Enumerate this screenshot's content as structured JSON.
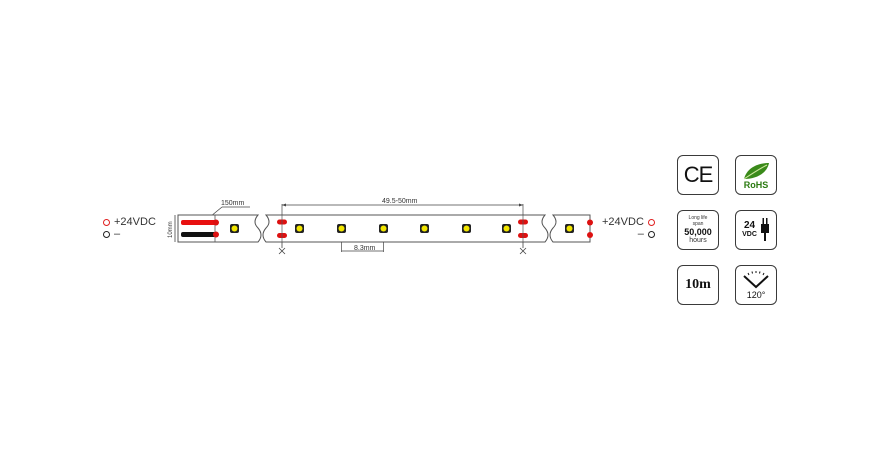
{
  "diagram": {
    "left_terminal": {
      "positive_label": "+24VDC",
      "negative_label": "–",
      "positive_color": "#e02020",
      "negative_color": "#222222"
    },
    "right_terminal": {
      "positive_label": "+24VDC",
      "negative_label": "–"
    },
    "dimensions": {
      "wire_length": "150mm",
      "strip_width": "10mm",
      "cut_segment": "49.5-50mm",
      "led_pitch": "8.3mm"
    },
    "colors": {
      "wire_red": "#e81010",
      "wire_black": "#111111",
      "pad_red": "#dd1111",
      "led_yellow": "#f2e600",
      "strip_outline": "#555555"
    },
    "cut_mark_icon": "scissors-icon"
  },
  "badges": {
    "ce": {
      "label": "CE",
      "icon": "ce-mark-icon"
    },
    "rohs": {
      "label": "RoHS",
      "icon": "leaf-icon"
    },
    "lifespan": {
      "line1": "Long life",
      "line2": "span",
      "value": "50,000",
      "unit": "hours"
    },
    "voltage": {
      "value": "24",
      "unit": "VDC",
      "icon": "plug-icon"
    },
    "length": {
      "value": "10m"
    },
    "beam_angle": {
      "value": "120°",
      "icon": "beam-angle-icon"
    }
  }
}
